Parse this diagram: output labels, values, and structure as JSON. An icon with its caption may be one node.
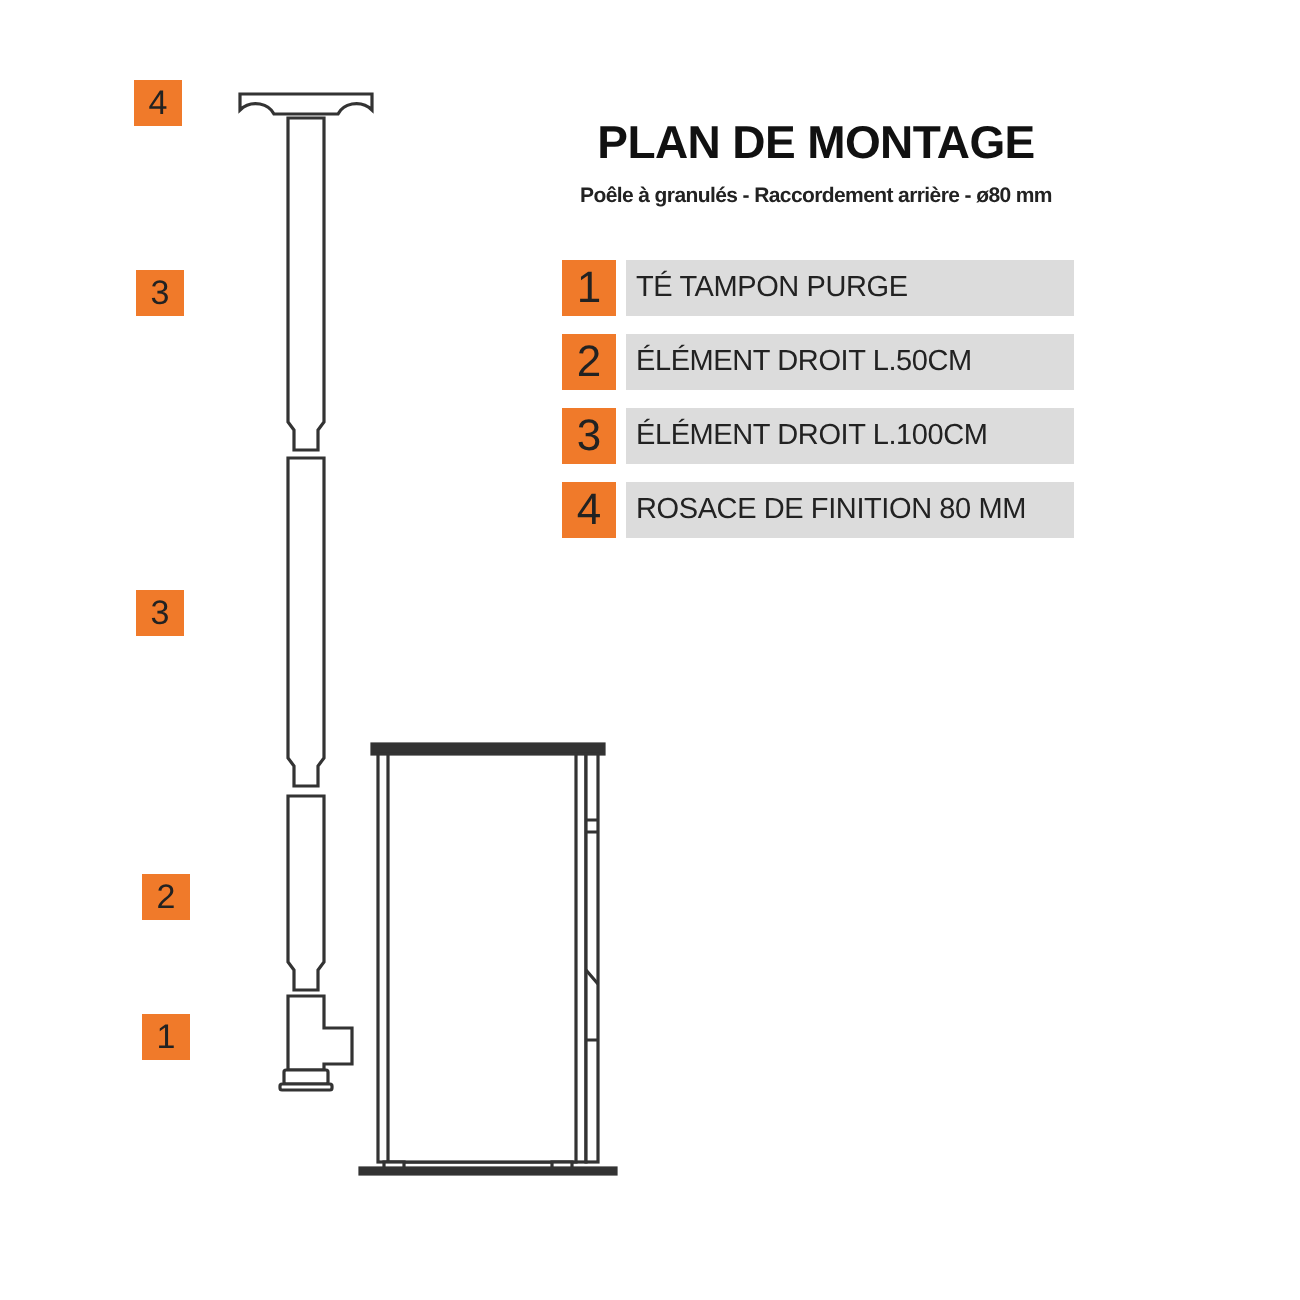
{
  "diagram": {
    "title": "PLAN DE MONTAGE",
    "labels": [
      "4",
      "Poêle à granulés - Raccordement arrière - ø80 mm",
      "3",
      "1",
      "TÉ TAMPON PURGE",
      "2",
      "ÉLÉMENT DROIT L.50CM",
      "3",
      "ÉLÉMENT DROIT L.100CM",
      "4",
      "ROSACE DE FINITION 80 MM",
      "3",
      "2",
      "1"
    ]
  }
}
